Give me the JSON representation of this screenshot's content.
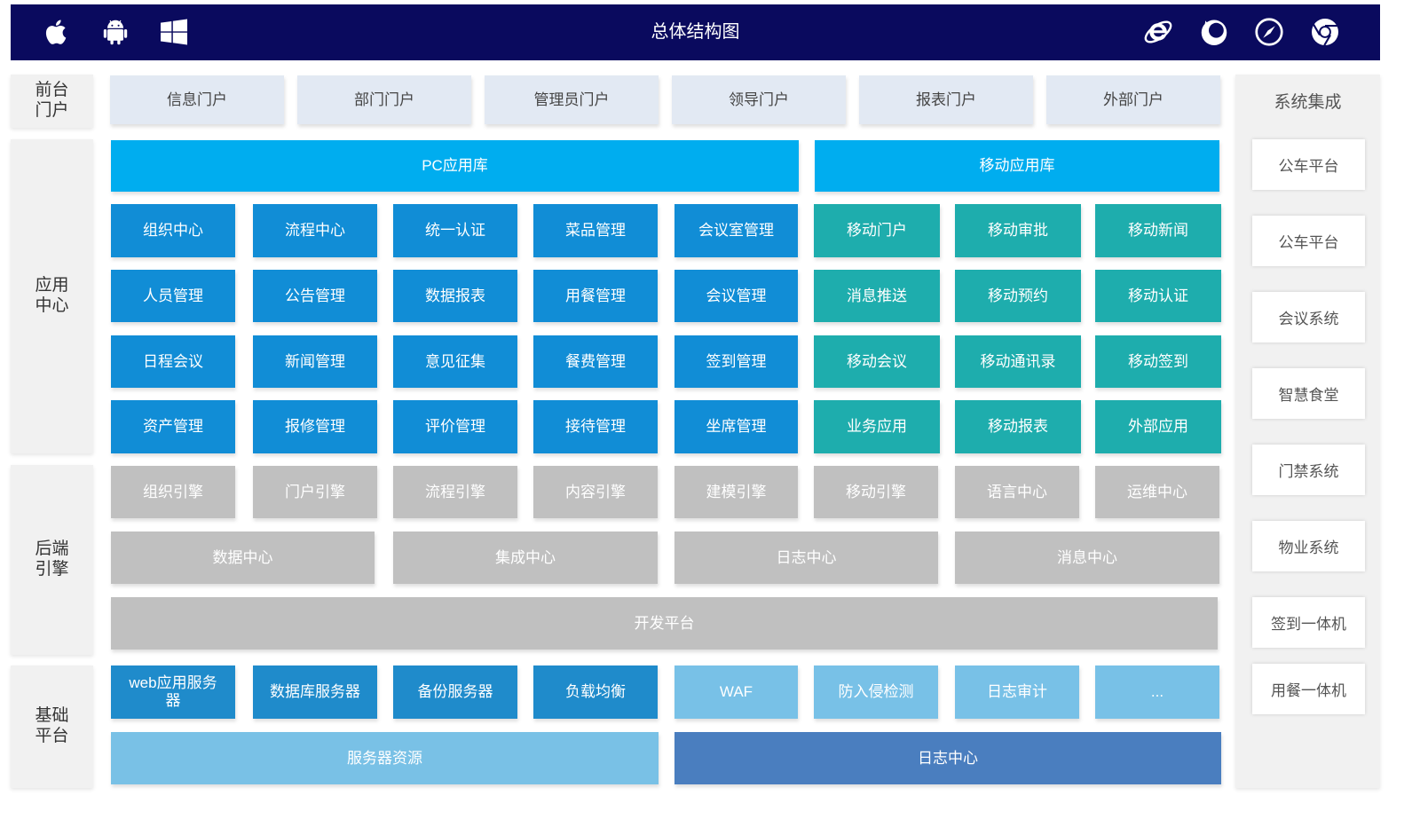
{
  "header": {
    "title": "总体结构图",
    "os_icons": [
      "apple-icon",
      "android-icon",
      "windows-icon"
    ],
    "browser_icons": [
      "ie-icon",
      "firefox-icon",
      "safari-icon",
      "chrome-icon"
    ]
  },
  "layers": {
    "frontend": "前台门户",
    "application": "应用中心",
    "backend": "后端引擎",
    "foundation": "基础平台"
  },
  "portals": [
    "信息门户",
    "部门门户",
    "管理员门户",
    "领导门户",
    "报表门户",
    "外部门户"
  ],
  "app_libraries": {
    "pc": "PC应用库",
    "mobile": "移动应用库"
  },
  "pc_apps": [
    [
      "组织中心",
      "流程中心",
      "统一认证",
      "菜品管理",
      "会议室管理"
    ],
    [
      "人员管理",
      "公告管理",
      "数据报表",
      "用餐管理",
      "会议管理"
    ],
    [
      "日程会议",
      "新闻管理",
      "意见征集",
      "餐费管理",
      "签到管理"
    ],
    [
      "资产管理",
      "报修管理",
      "评价管理",
      "接待管理",
      "坐席管理"
    ]
  ],
  "mobile_apps": [
    [
      "移动门户",
      "移动审批",
      "移动新闻"
    ],
    [
      "消息推送",
      "移动预约",
      "移动认证"
    ],
    [
      "移动会议",
      "移动通讯录",
      "移动签到"
    ],
    [
      "业务应用",
      "移动报表",
      "外部应用"
    ]
  ],
  "engines": [
    "组织引擎",
    "门户引擎",
    "流程引擎",
    "内容引擎",
    "建模引擎",
    "移动引擎",
    "语言中心",
    "运维中心"
  ],
  "centers": [
    "数据中心",
    "集成中心",
    "日志中心",
    "消息中心"
  ],
  "dev_platform": "开发平台",
  "servers": [
    "web应用服务器",
    "数据库服务器",
    "备份服务器",
    "负载均衡"
  ],
  "security": [
    "WAF",
    "防入侵检测",
    "日志审计",
    "..."
  ],
  "infrastructure": {
    "server_resources": "服务器资源",
    "log_center": "日志中心"
  },
  "integration": {
    "title": "系统集成",
    "systems": [
      "公车平台",
      "公车平台",
      "会议系统",
      "智慧食堂",
      "门禁系统",
      "物业系统",
      "签到一体机",
      "用餐一体机"
    ]
  },
  "colors": {
    "header_bg": "#0a0a5e",
    "app_library": "#00adef",
    "pc_app": "#118dd6",
    "mobile_app": "#1eadad",
    "engine": "#c0c0c0",
    "server": "#1f8bcb",
    "security": "#78c1e7",
    "server_resources": "#79c1e6",
    "log_center": "#4a7ebf",
    "portal": "#e2e9f3",
    "panel": "#f1f1f1"
  }
}
